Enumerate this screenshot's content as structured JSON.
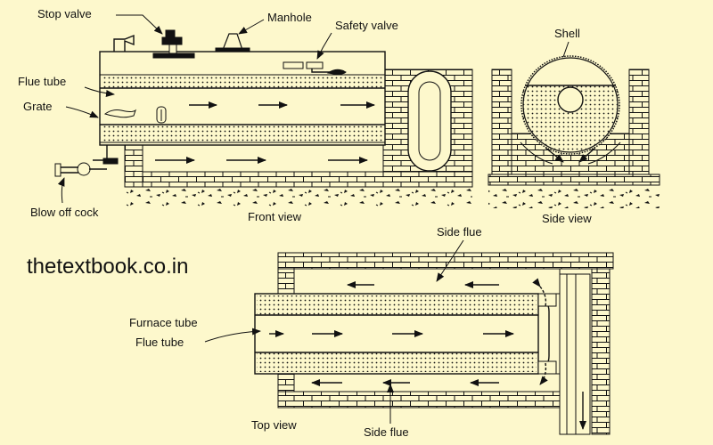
{
  "labels": {
    "stop_valve": "Stop valve",
    "manhole": "Manhole",
    "safety_valve": "Safety valve",
    "flue_tube_front": "Flue tube",
    "grate": "Grate",
    "blow_off_cock": "Blow off cock",
    "front_view": "Front view",
    "shell": "Shell",
    "side_view": "Side view",
    "side_flue_top": "Side flue",
    "furnace_tube": "Furnace tube",
    "flue_tube_top": "Flue tube",
    "top_view": "Top view",
    "side_flue_bottom": "Side flue"
  },
  "watermark": "thetextbook.co.in",
  "colors": {
    "background": "#fdf8cc",
    "ink": "#111111"
  }
}
